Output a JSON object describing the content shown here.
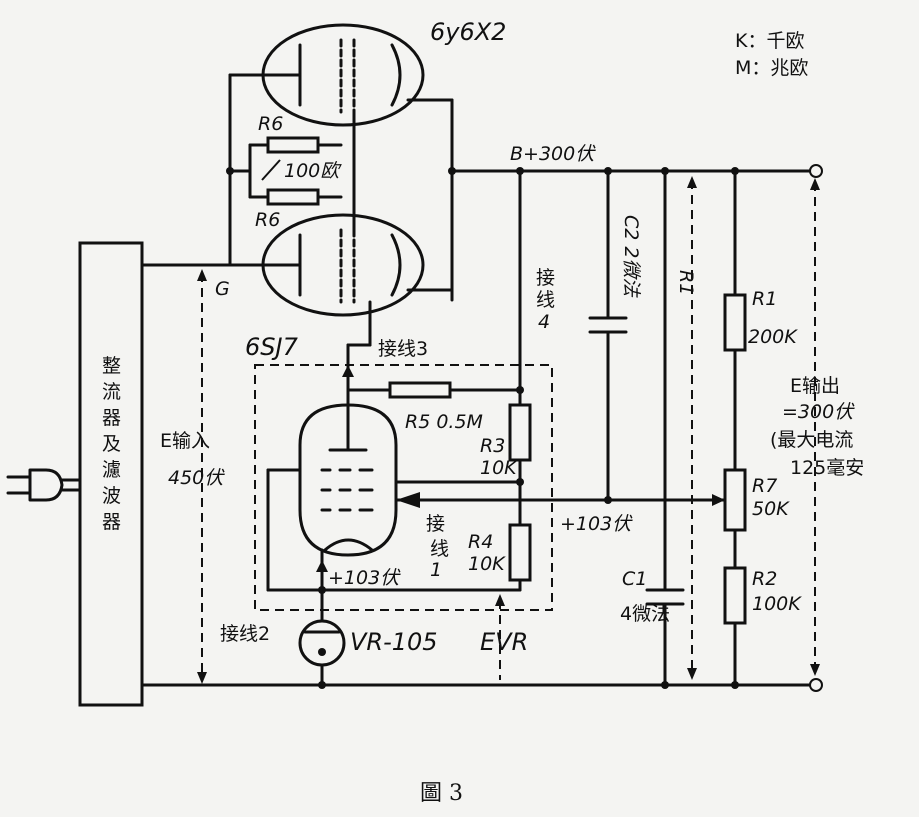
{
  "tube_top_label": "6y6X2",
  "tube_mid_label": "6SJ7",
  "legend": {
    "k": "K：千欧",
    "m": "M：兆欧"
  },
  "rectifier": [
    "整",
    "流",
    "器",
    "及",
    "濾",
    "波",
    "器"
  ],
  "b_plus": "B+300伏",
  "r6_top": "R6",
  "r6_value": "100欧",
  "r6_bottom": "R6",
  "g_label": "G",
  "c2_label": "C2 2微法",
  "r1_dim": "R1",
  "r1_name": "R1",
  "r1_value": "200K",
  "conn3": "接线3",
  "conn4": [
    "接",
    "线",
    "4"
  ],
  "r5": "R5 0.5M",
  "r3_name": "R3",
  "r3_value": "10K",
  "r4_name": "R4",
  "r4_value": "10K",
  "plus103_right": "+103伏",
  "conn1": [
    "接",
    "线",
    "1"
  ],
  "plus103_left": "+103伏",
  "e_in": [
    "E输入",
    "450伏"
  ],
  "e_out": [
    "E输出",
    "=300伏",
    "(最大电流",
    "125毫安"
  ],
  "r7_name": "R7",
  "r7_value": "50K",
  "r2_name": "R2",
  "r2_value": "100K",
  "c1_label": [
    "C1",
    "4微法"
  ],
  "conn2": "接线2",
  "vr": "VR-105",
  "evr": "EVR",
  "caption": "圖 3"
}
